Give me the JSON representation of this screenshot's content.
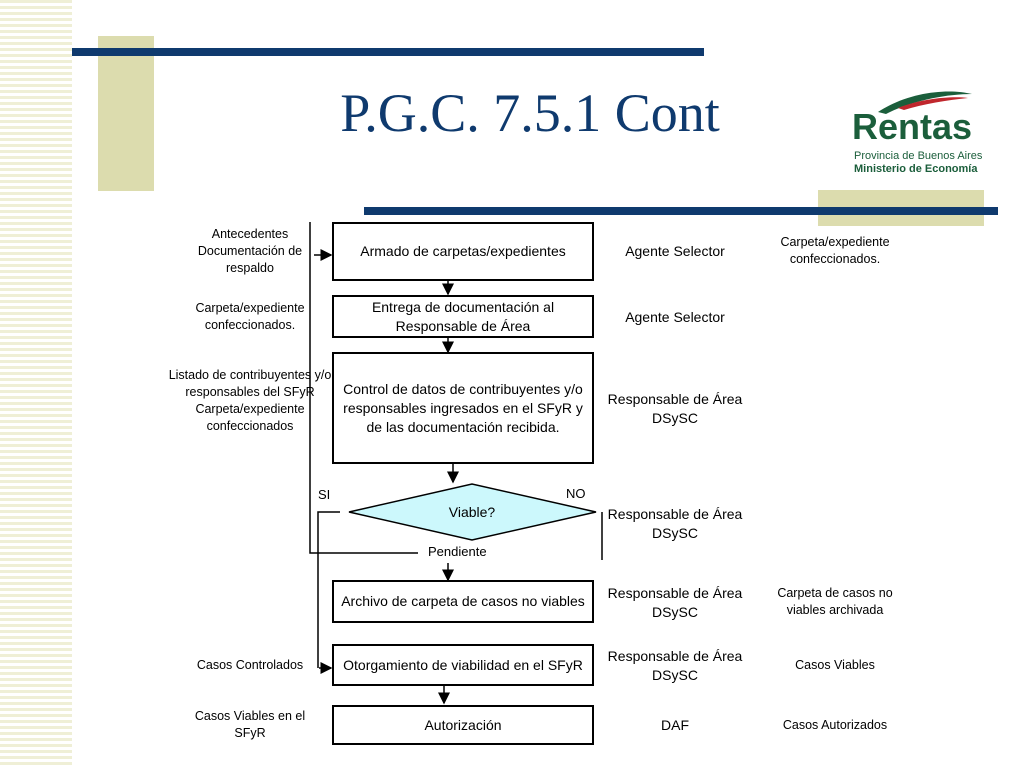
{
  "title": "P.G.C. 7.5.1 Cont",
  "logo": {
    "name": "Rentas",
    "line1": "Provincia de Buenos Aires",
    "line2": "Ministerio de Economía"
  },
  "flow": {
    "inputs": {
      "in1": "Antecedentes Documentación de respaldo",
      "in2": "Carpeta/expediente confeccionados.",
      "in3": "Listado de contribuyentes y/o responsables del SFyR Carpeta/expediente confeccionados",
      "in6": "Casos Controlados",
      "in7": "Casos Viables en el SFyR"
    },
    "steps": {
      "s1": "Armado de carpetas/expedientes",
      "s2": "Entrega de documentación al Responsable de Área",
      "s3": "Control de datos de  contribuyentes y/o responsables ingresados en el SFyR y de las documentación recibida.",
      "decision": "Viable?",
      "s5": "Archivo de carpeta de casos no viables",
      "s6": "Otorgamiento de viabilidad en el SFyR",
      "s7": "Autorización"
    },
    "responsibles": {
      "r1": "Agente Selector",
      "r2": "Agente Selector",
      "r3": "Responsable de Área DSySC",
      "r4": "Responsable de Área DSySC",
      "r5": "Responsable de Área DSySC",
      "r6": "Responsable de Área DSySC",
      "r7": "DAF"
    },
    "outputs": {
      "o1": "Carpeta/expediente confeccionados.",
      "o5": "Carpeta de casos no viables archivada",
      "o6": "Casos Viables",
      "o7": "Casos Autorizados"
    },
    "branches": {
      "yes": "SI",
      "no": "NO",
      "pending": "Pendiente"
    }
  }
}
